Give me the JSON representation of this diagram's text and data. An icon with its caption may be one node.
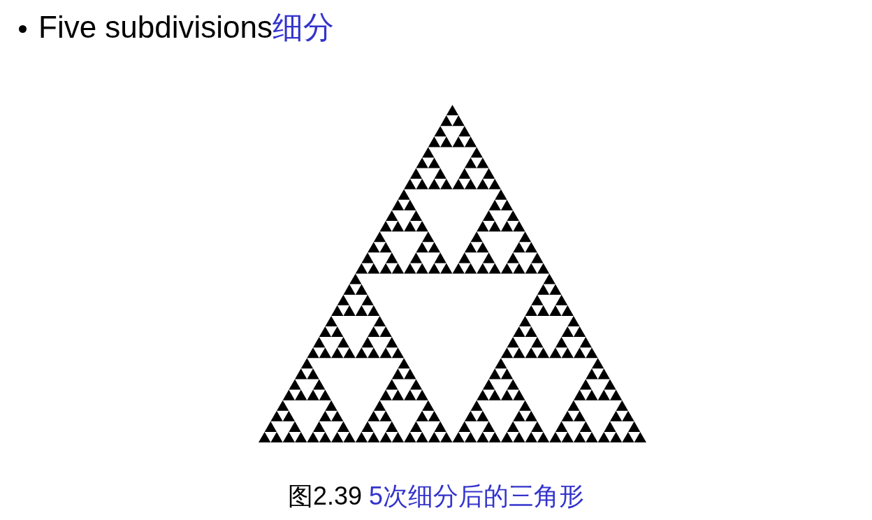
{
  "diagram": {
    "title": "Five subdivisions细分",
    "nodes": [
      {
        "text": [],
        "shape": "picture"
      }
    ],
    "edges": [],
    "caption": "图2.39 5次细分后的三角形"
  }
}
